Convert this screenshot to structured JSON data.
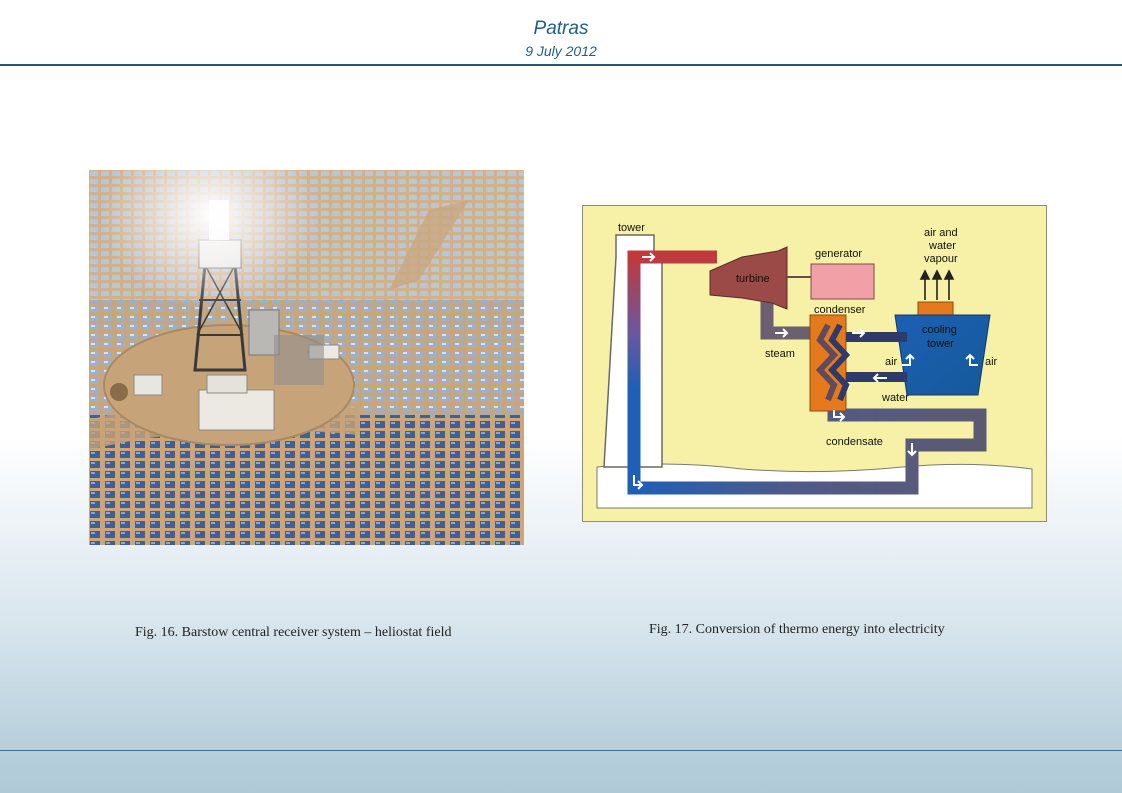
{
  "header": {
    "title": "Patras",
    "date": "9 July 2012"
  },
  "figures": {
    "fig16": {
      "caption": "Fig. 16. Barstow central receiver system – heliostat field"
    },
    "fig17": {
      "caption": "Fig. 17. Conversion of thermo energy into electricity",
      "labels": {
        "tower": "tower",
        "turbine": "turbine",
        "generator": "generator",
        "condenser": "condenser",
        "steam": "steam",
        "water": "water",
        "condensate": "condensate",
        "cooling": "cooling",
        "cooling_tower": "tower",
        "air_left": "air",
        "air_right": "air",
        "vapour_line1": "air and",
        "vapour_line2": "water",
        "vapour_line3": "vapour"
      }
    }
  },
  "colors": {
    "accent": "#1f5f85",
    "diagram_bg": "#f7f1a8",
    "hot_pipe": "#d9302a",
    "cold_pipe": "#1a5fb4",
    "condenser": "#e47a1c",
    "generator": "#f0a0a6",
    "turbine": "#9c4a48",
    "cooling_tower": "#1a6fb5"
  }
}
